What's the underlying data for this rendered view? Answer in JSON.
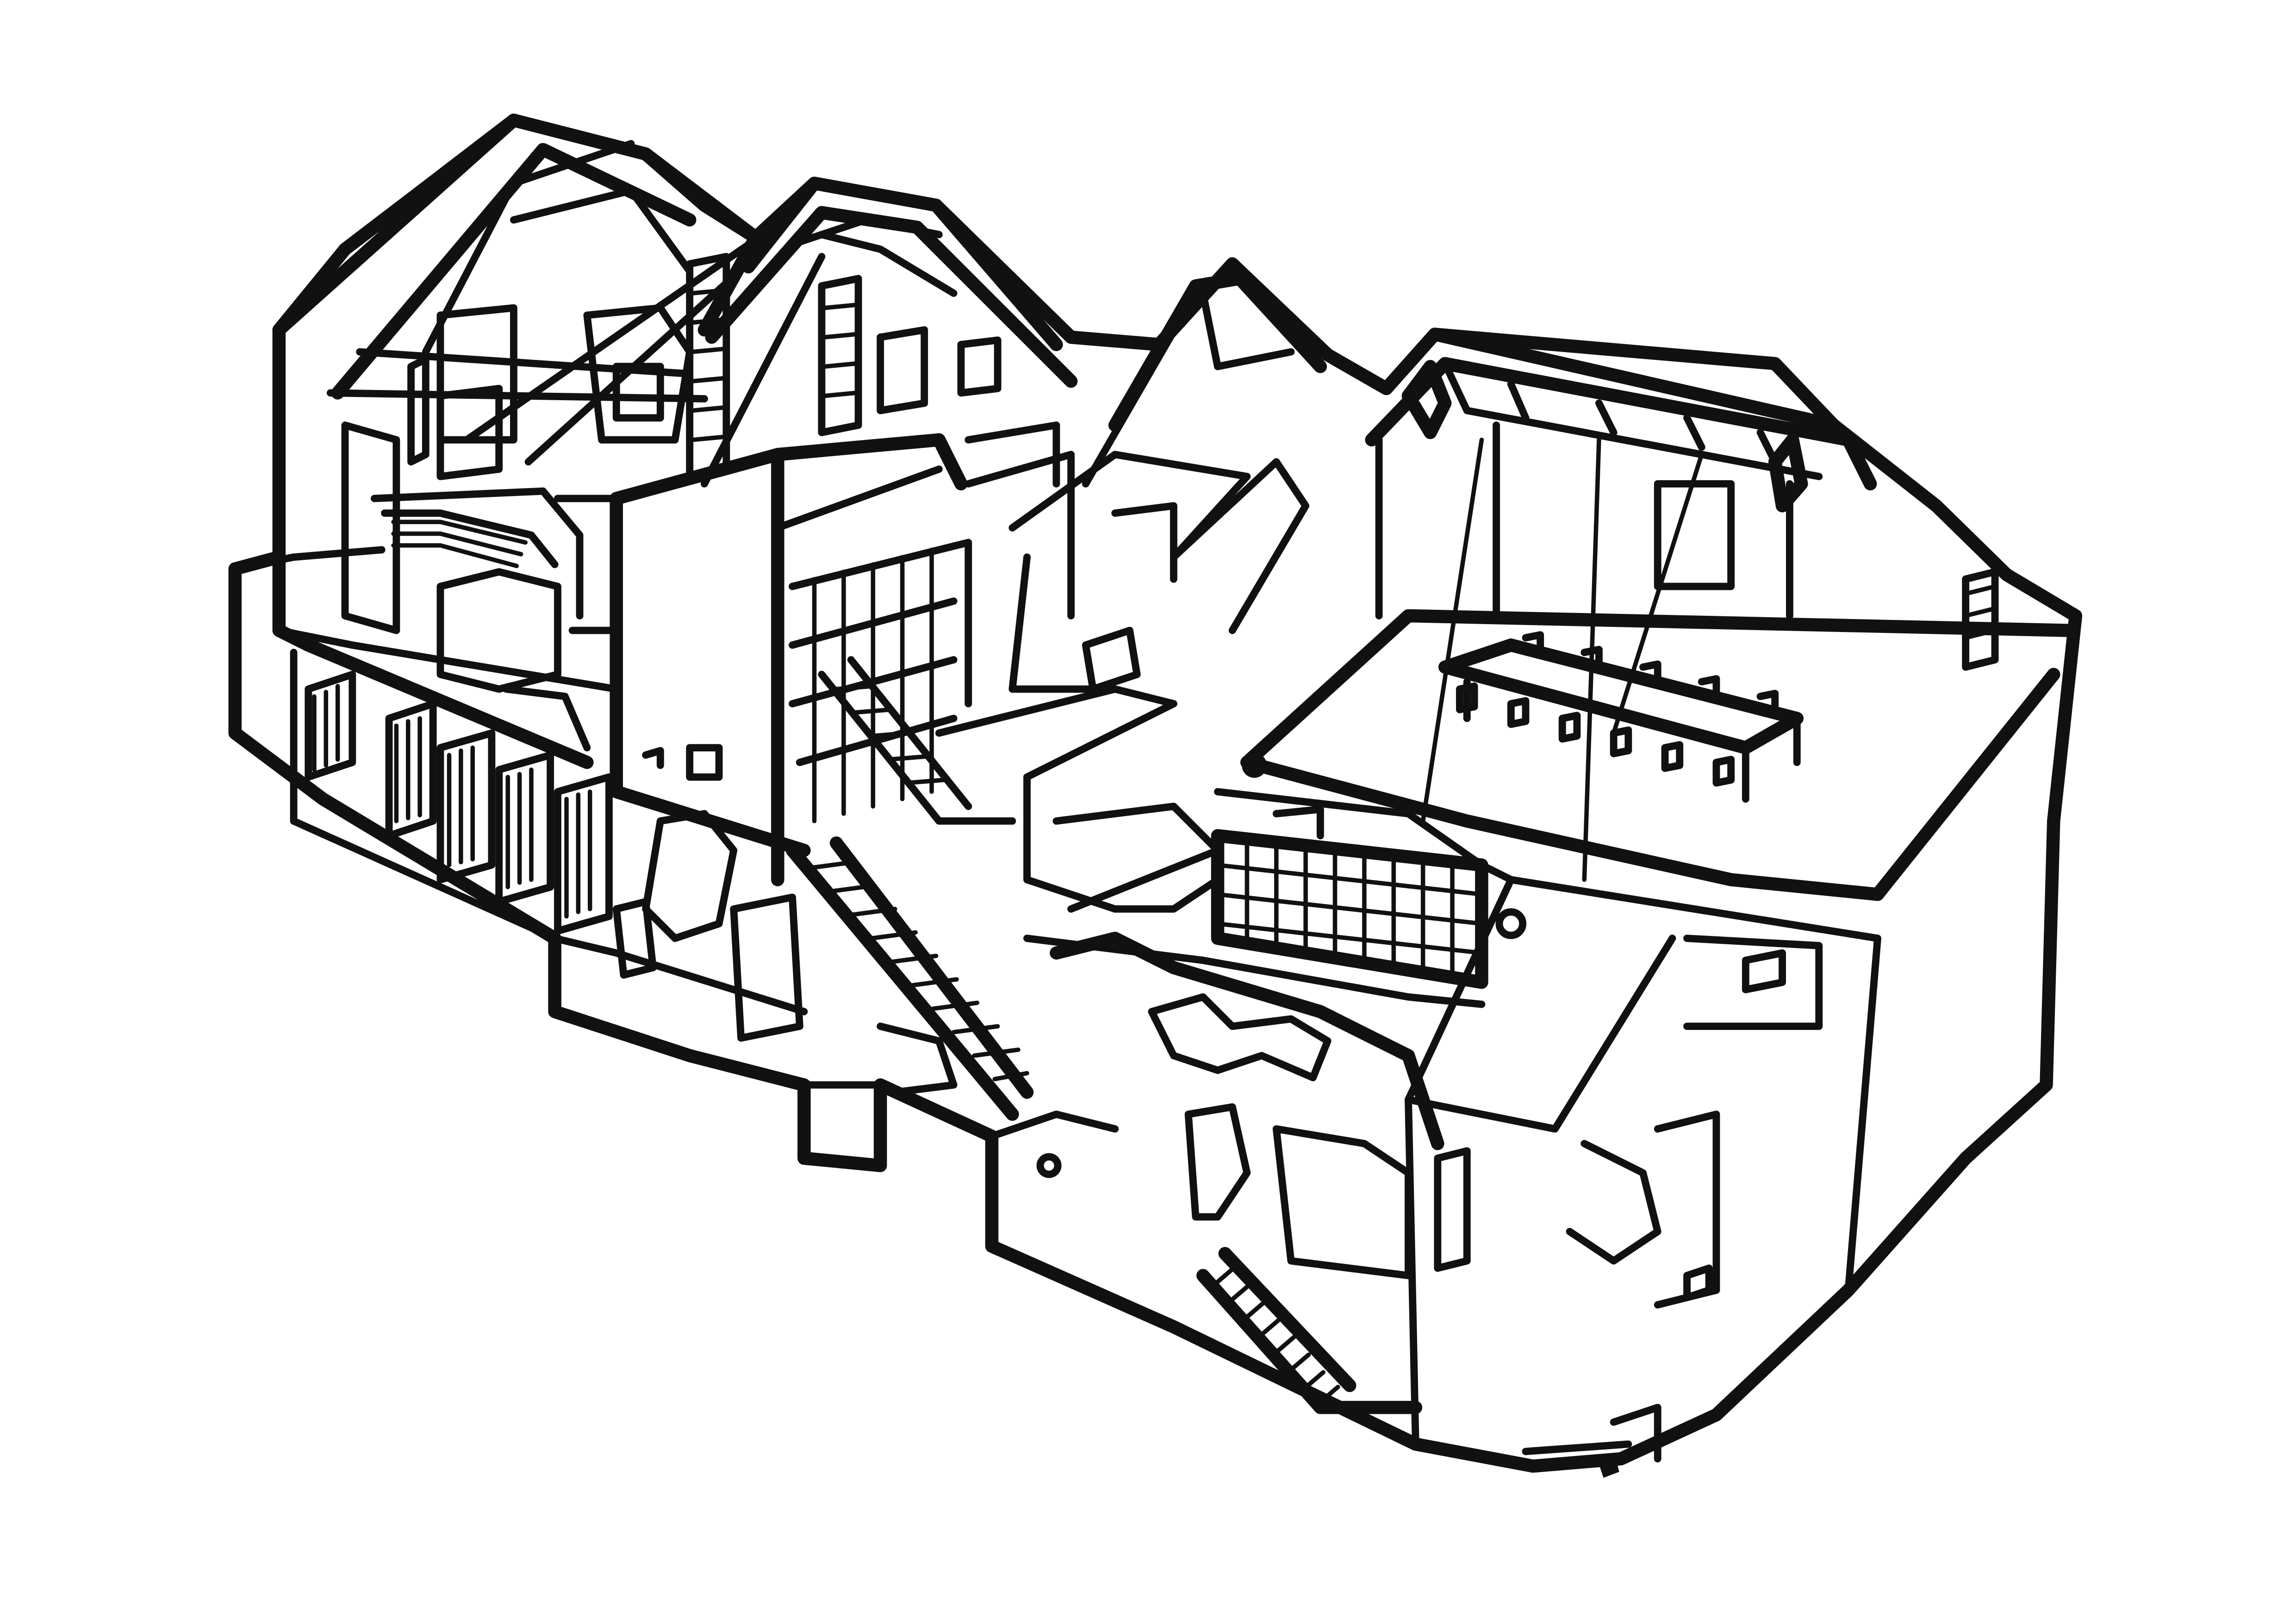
{
  "drawing": {
    "kind": "isometric-cutaway-line-drawing",
    "stroke_color": "#111111",
    "background_color": "#ffffff",
    "components": [
      {
        "id": "left-gable-roof",
        "icon": "gable-roof-icon"
      },
      {
        "id": "center-gable-roof",
        "icon": "gable-roof-icon"
      },
      {
        "id": "right-gable-roof",
        "icon": "gable-roof-icon"
      },
      {
        "id": "far-right-roof",
        "icon": "roof-truss-icon"
      },
      {
        "id": "library-wing",
        "icon": "bookshelf-icon"
      },
      {
        "id": "central-atrium",
        "icon": "stair-icon"
      },
      {
        "id": "meeting-hall",
        "icon": "table-icon"
      },
      {
        "id": "storage-lockers",
        "icon": "locker-icon"
      },
      {
        "id": "cellar-ruins",
        "icon": "ruin-wall-icon"
      },
      {
        "id": "basement-stair",
        "icon": "stair-icon"
      }
    ]
  }
}
